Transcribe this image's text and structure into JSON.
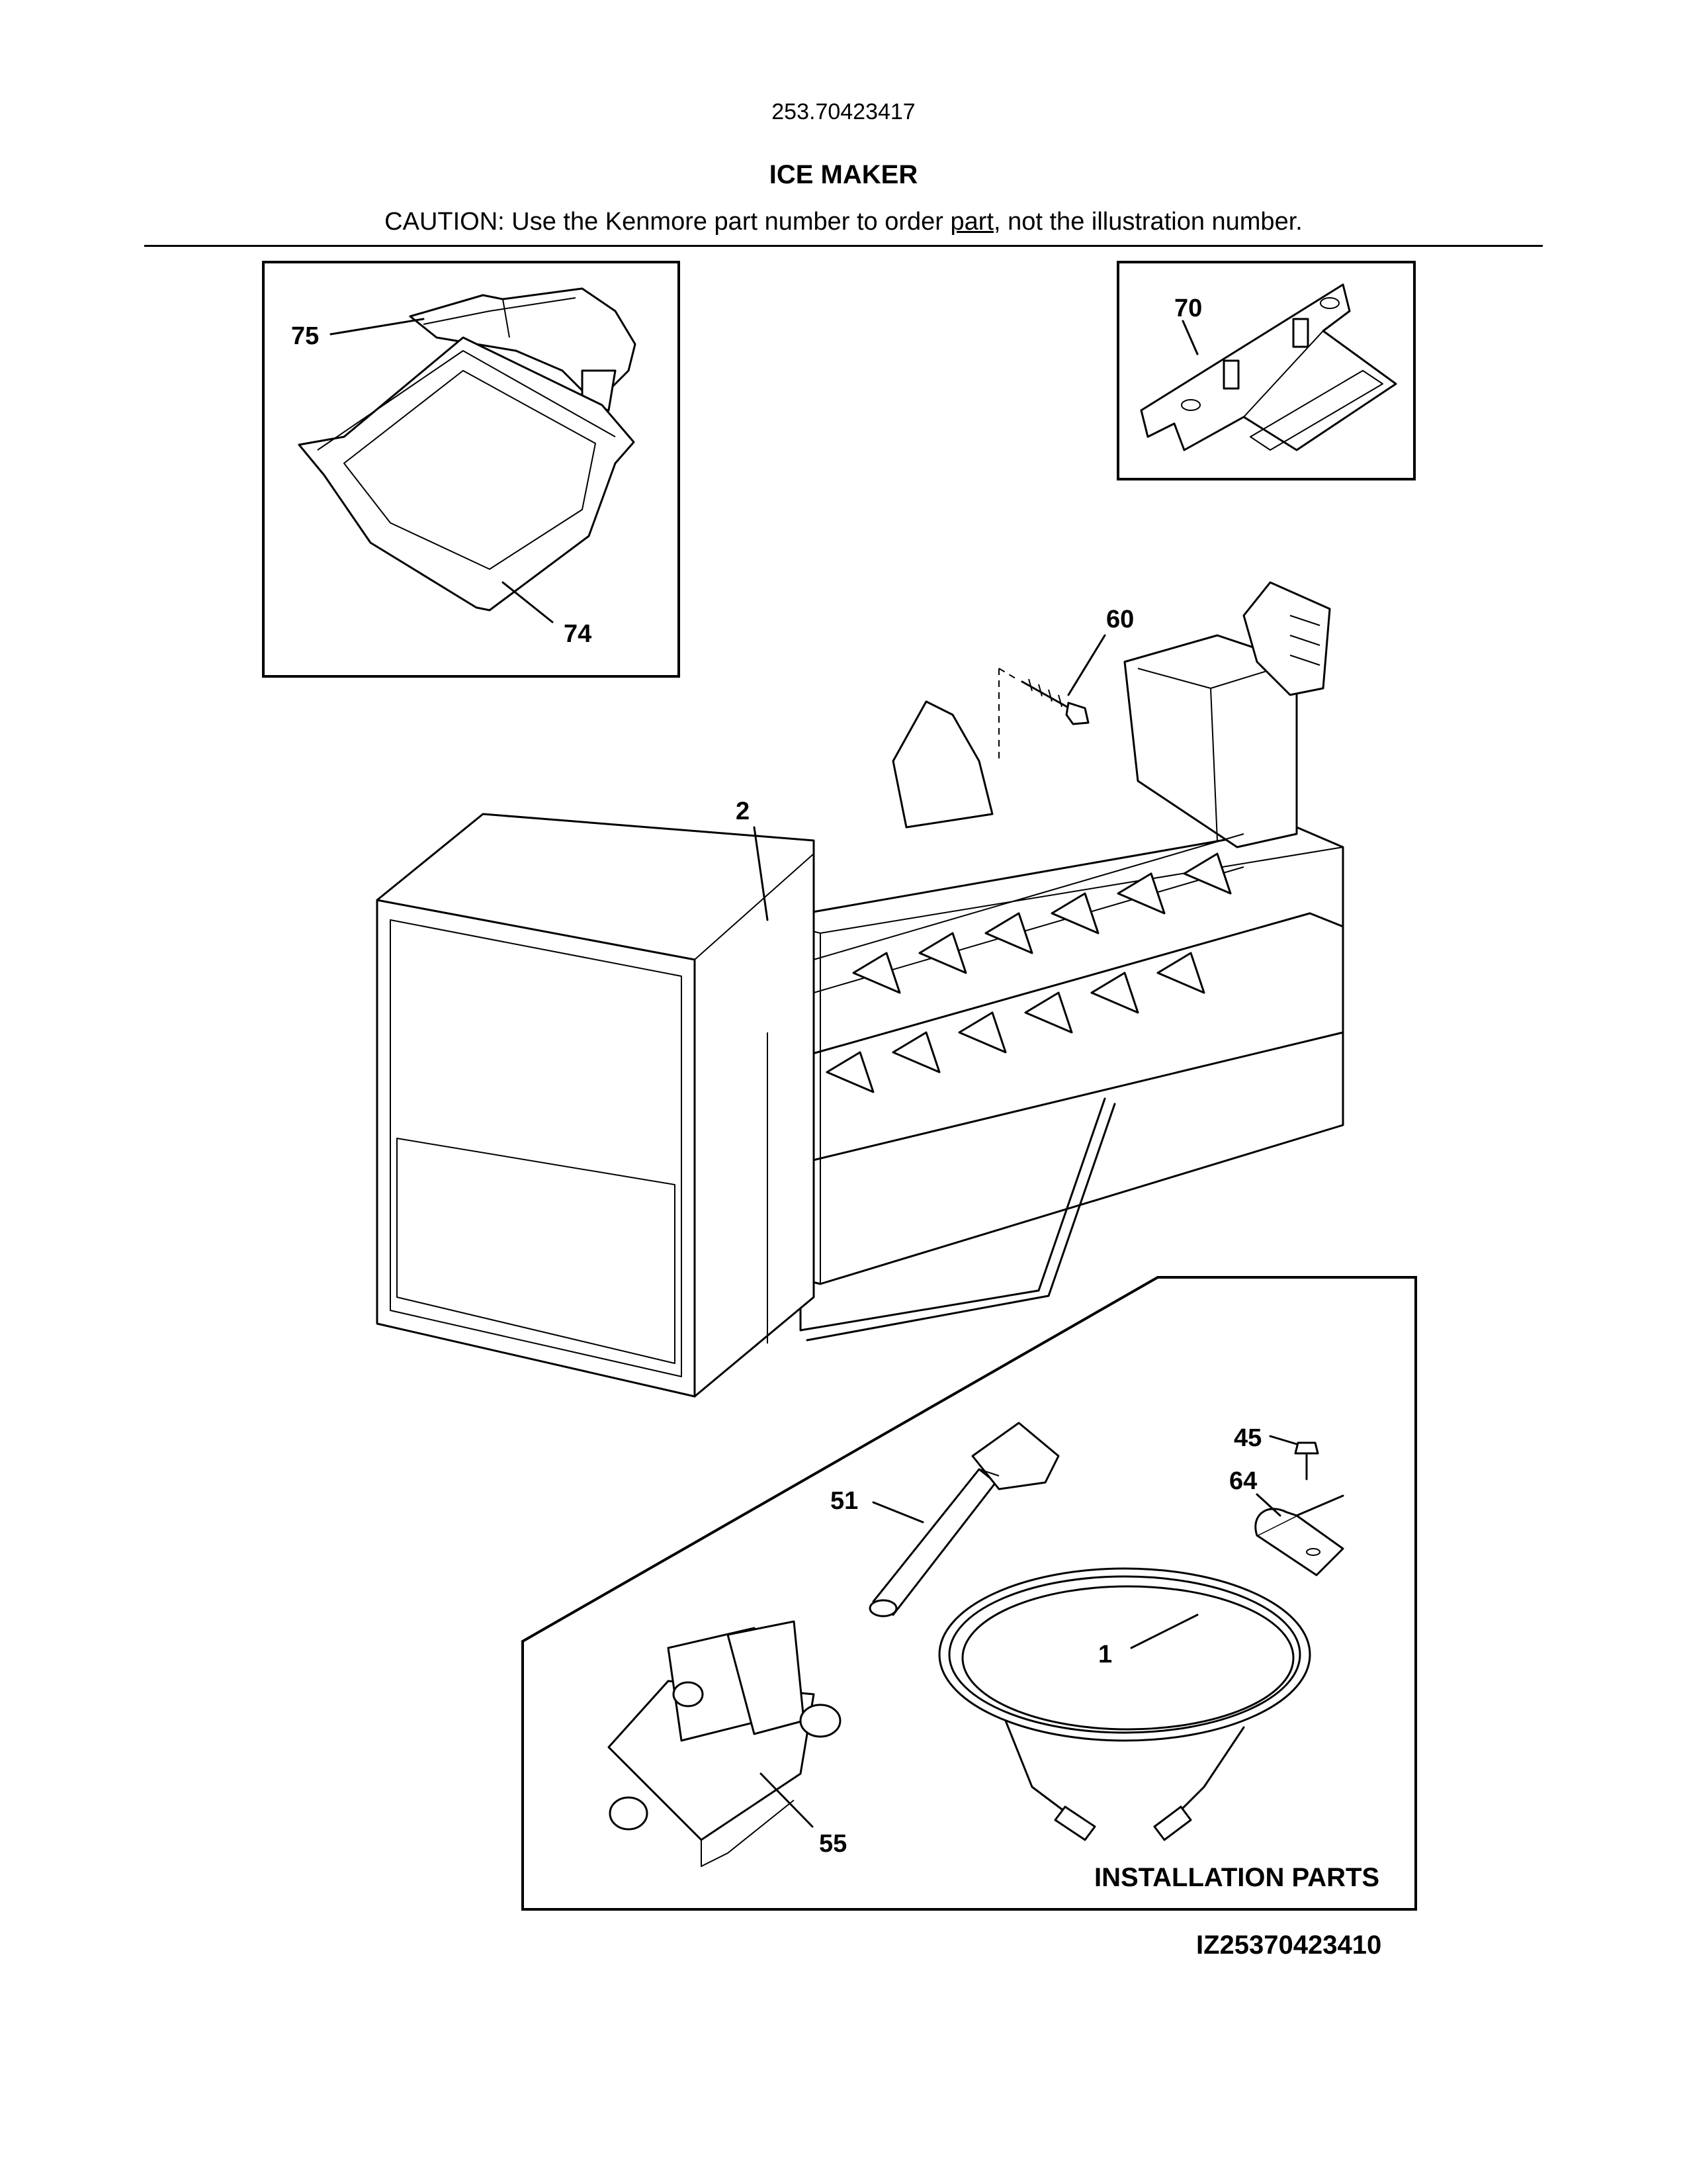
{
  "header": {
    "model_number": "253.70423417",
    "title": "ICE MAKER",
    "caution_prefix": "CAUTION: Use the Kenmore part number to order ",
    "caution_underlined": "part",
    "caution_suffix": ", not the illustration number."
  },
  "callouts": {
    "ice_bucket_cover": "75",
    "ice_bucket": "74",
    "bracket": "70",
    "screw": "60",
    "ice_maker": "2",
    "screw_small": "45",
    "clamp": "64",
    "fill_tube": "51",
    "water_line": "1",
    "water_valve": "55"
  },
  "installation_parts_label": "INSTALLATION PARTS",
  "diagram_code": "IZ25370423410"
}
